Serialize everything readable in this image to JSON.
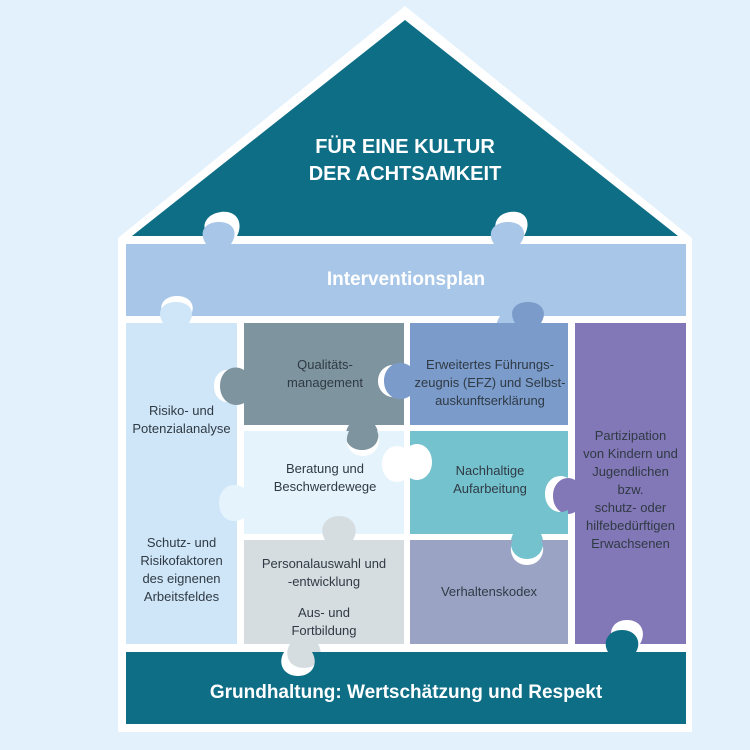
{
  "colors": {
    "background": "#e2f1fb",
    "roof": "#0e6e86",
    "interventionsplan": "#a8c6e7",
    "risiko": "#cfe6f8",
    "qualitaet": "#7e949e",
    "efz": "#7b9bcb",
    "partizipation": "#8277b7",
    "beratung": "#e5f3fc",
    "nachhaltige": "#74c2ce",
    "personal": "#d6dde1",
    "verhaltenskodex": "#9ba3c5",
    "grundhaltung": "#0e6e86"
  },
  "roof": {
    "line1": "FÜR EINE KULTUR",
    "line2": "DER ACHTSAMKEIT"
  },
  "interventionsplan": "Interventionsplan",
  "left_column": {
    "risiko_line1": "Risiko- und",
    "risiko_line2": "Potenzialanalyse",
    "schutz_line1": "Schutz- und",
    "schutz_line2": "Risikofaktoren",
    "schutz_line3": "des eignenen",
    "schutz_line4": "Arbeitsfeldes"
  },
  "qualitaet": {
    "line1": "Qualitäts-",
    "line2": "management"
  },
  "efz": {
    "line1": "Erweitertes Führungs-",
    "line2": "zeugnis (EFZ) und Selbst-",
    "line3": "auskunftserklärung"
  },
  "beratung": {
    "line1": "Beratung und",
    "line2": "Beschwerdewege"
  },
  "nachhaltige": {
    "line1": "Nachhaltige",
    "line2": "Aufarbeitung"
  },
  "personal": {
    "line1": "Personalauswahl und",
    "line2": "-entwicklung",
    "line3": "Aus- und",
    "line4": "Fortbildung"
  },
  "verhaltenskodex": "Verhaltenskodex",
  "partizipation": {
    "line1": "Partizipation",
    "line2": "von Kindern und",
    "line3": "Jugendlichen",
    "line4": "bzw.",
    "line5": "schutz- oder",
    "line6": "hilfebedürftigen",
    "line7": "Erwachsenen"
  },
  "grundhaltung": "Grundhaltung: Wertschätzung und Respekt"
}
